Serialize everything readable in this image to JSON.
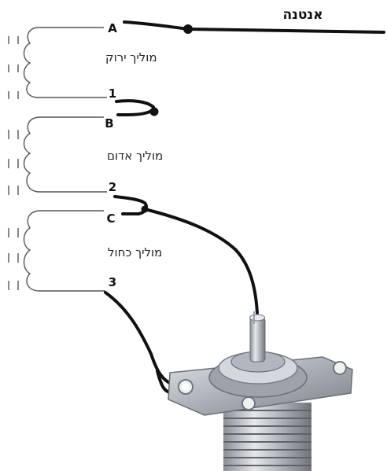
{
  "antenna_label": "אנטנה",
  "terminals": {
    "a": "A",
    "one": "1",
    "b": "B",
    "two": "2",
    "c": "C",
    "three": "3"
  },
  "coils": [
    {
      "label": "מוליך ירוק"
    },
    {
      "label": "מוליך אדום"
    },
    {
      "label": "מוליך כחול"
    }
  ],
  "colors": {
    "wire": "#111111",
    "coil_line": "#555555",
    "connector_metal": "#c9ccd1"
  },
  "icons": {
    "connector": "so239-connector-photo"
  }
}
